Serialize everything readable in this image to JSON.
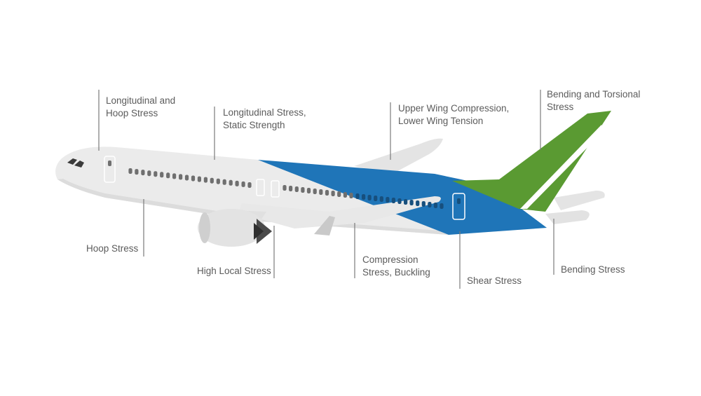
{
  "labels": {
    "longitudinal_hoop": [
      "Longitudinal and",
      "Hoop Stress"
    ],
    "longitudinal_static": [
      "Longitudinal Stress,",
      "Static Strength"
    ],
    "wing": [
      "Upper Wing Compression,",
      "Lower Wing Tension"
    ],
    "bending_torsional": [
      "Bending and Torsional",
      "Stress"
    ],
    "hoop": [
      "Hoop Stress"
    ],
    "high_local": [
      "High Local Stress"
    ],
    "compression_buckling": [
      "Compression",
      "Stress, Buckling"
    ],
    "shear": [
      "Shear Stress"
    ],
    "bending": [
      "Bending Stress"
    ]
  },
  "colors": {
    "fuselage": "#ebebeb",
    "fuselage_shadow": "#d9d9d9",
    "blue_section": "#1f75b8",
    "green_tail": "#5a9a32",
    "windows": "#6f6f6f",
    "leader_lines": "#7a7a7a",
    "label_text": "#5b5b5b"
  }
}
